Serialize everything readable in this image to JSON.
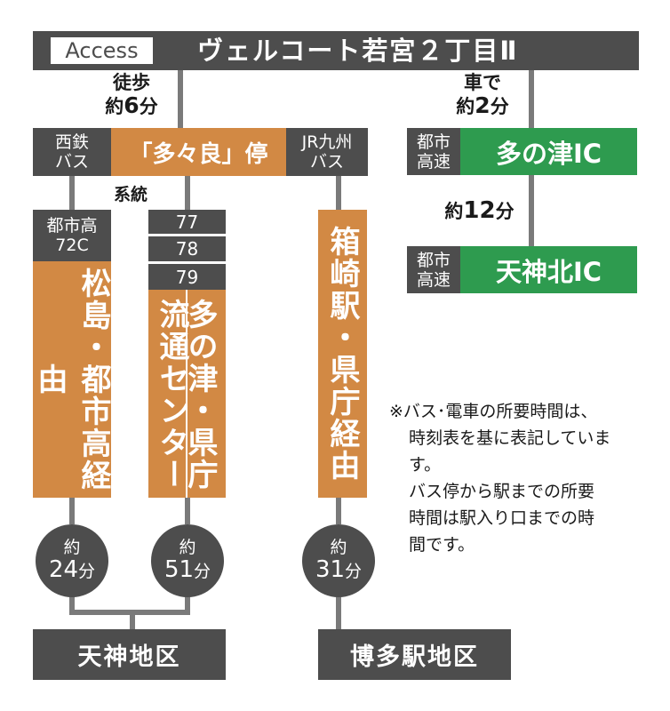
{
  "header": {
    "access_label": "Access",
    "title": "ヴェルコート若宮２丁目Ⅱ"
  },
  "walk": {
    "line1": "徒歩",
    "line2_prefix": "約",
    "line2_num": "6",
    "line2_suffix": "分"
  },
  "car": {
    "line1": "車で",
    "line2_prefix": "約",
    "line2_num": "2",
    "line2_suffix": "分"
  },
  "stops": {
    "nishitetsu_line1": "西鉄",
    "nishitetsu_line2": "バス",
    "tatara": "「多々良」停",
    "jr_line1": "JR九州",
    "jr_line2": "バス"
  },
  "keito_label": "系統",
  "routes": {
    "toshiko_line1": "都市高",
    "toshiko_line2": "72C",
    "num_77": "77",
    "num_78": "78",
    "num_79": "79"
  },
  "route_names": {
    "matsushima": "松島・都市高経由",
    "ryutsu": "流通センター",
    "tanotsu": "多の津・県庁",
    "hakozaki": "箱崎駅・県庁経由"
  },
  "durations": {
    "prefix": "約",
    "d24": "24",
    "d51": "51",
    "d31": "31",
    "unit": "分"
  },
  "expressway": {
    "label1_line1": "都市",
    "label1_line2": "高速",
    "ic1": "多の津IC",
    "mid_prefix": "約",
    "mid_num": "12",
    "mid_unit": "分",
    "label2_line1": "都市",
    "label2_line2": "高速",
    "ic2": "天神北IC"
  },
  "destinations": {
    "tenjin": "天神地区",
    "hakata": "博多駅地区"
  },
  "notes": {
    "line1": "※バス･電車の所要時間は、",
    "line2": "時刻表を基に表記していま",
    "line3": "す。",
    "line4": "バス停から駅までの所要",
    "line5": "時間は駅入り口までの時",
    "line6": "間です。"
  }
}
